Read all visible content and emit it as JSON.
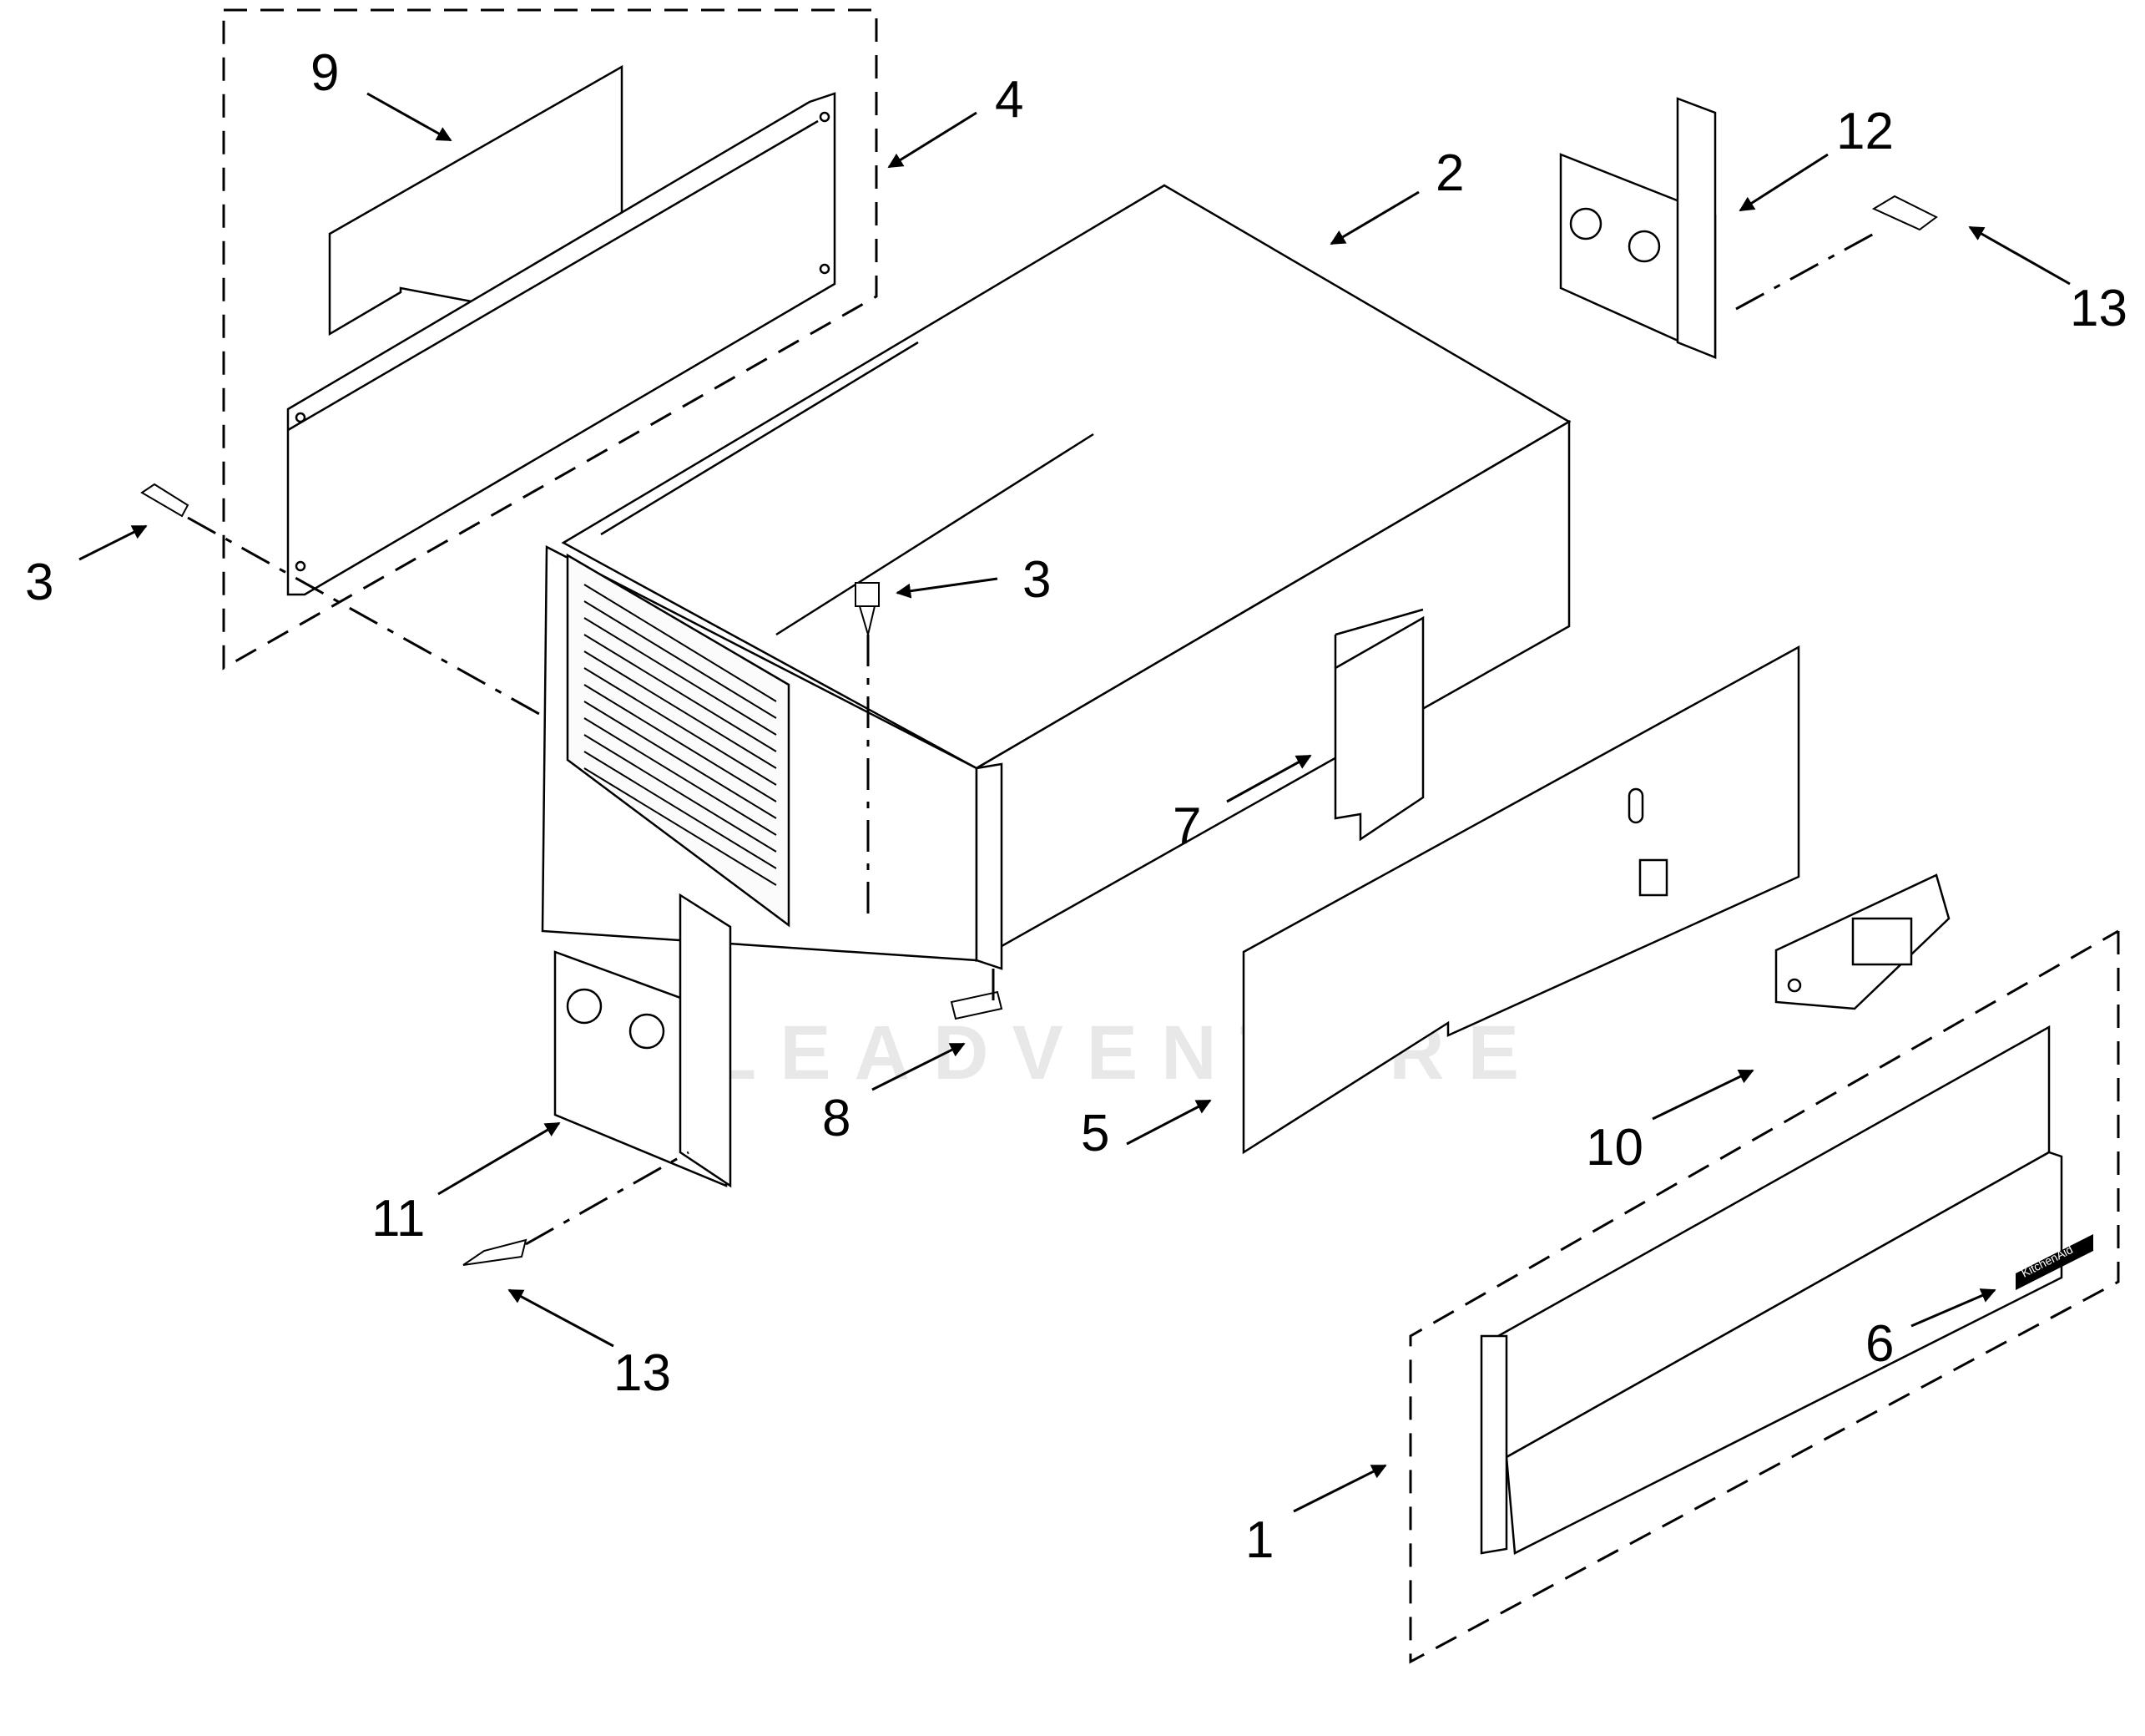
{
  "diagram": {
    "watermark": "LEADVENTURE",
    "badge_text": "KitchenAid",
    "callouts": [
      "9",
      "4",
      "2",
      "12",
      "13",
      "3",
      "3",
      "7",
      "8",
      "5",
      "10",
      "11",
      "13",
      "6",
      "1"
    ]
  }
}
